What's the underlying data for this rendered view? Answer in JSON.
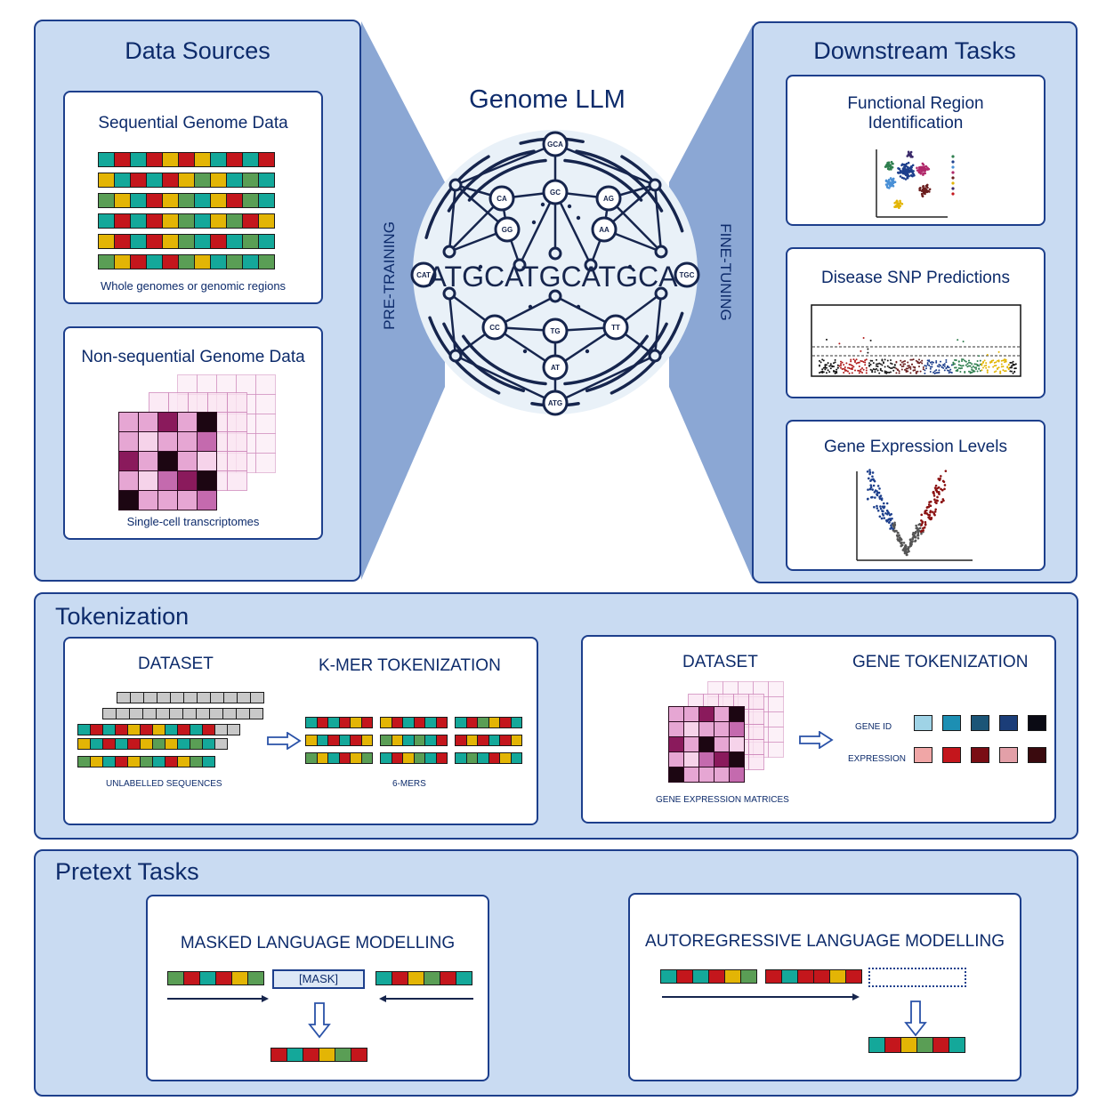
{
  "palette": {
    "teal": "#14a89a",
    "red": "#c4161c",
    "yellow": "#e3b505",
    "green": "#5a9e55",
    "gray": "#c8c8c8",
    "navy": "#1d3f8c"
  },
  "top": {
    "data_sources": {
      "title": "Data Sources",
      "sequential": {
        "title": "Sequential Genome Data",
        "caption": "Whole genomes or genomic regions"
      },
      "nonsequential": {
        "title": "Non-sequential Genome Data",
        "caption": "Single-cell transcriptomes"
      }
    },
    "center": {
      "title": "Genome LLM",
      "sequence": "ATGCATGCATGCA",
      "pretraining": "PRE-TRAINING",
      "finetuning": "FINE-TUNING",
      "nodes": [
        "GCA",
        "CA",
        "GC",
        "AG",
        "GG",
        "AA",
        "CAT",
        "TGC",
        "CC",
        "TG",
        "TT",
        "AT",
        "ATG"
      ]
    },
    "downstream": {
      "title": "Downstream Tasks",
      "functional": {
        "title_line1": "Functional Region",
        "title_line2": "Identification"
      },
      "snp": {
        "title": "Disease SNP Predictions"
      },
      "expression": {
        "title": "Gene Expression Levels"
      }
    }
  },
  "tokenization": {
    "title": "Tokenization",
    "left": {
      "dataset": "DATASET",
      "method": "K-MER TOKENIZATION",
      "caption_left": "UNLABELLED SEQUENCES",
      "caption_right": "6-MERS"
    },
    "right": {
      "dataset": "DATASET",
      "method": "GENE TOKENIZATION",
      "caption": "GENE EXPRESSION MATRICES",
      "row1_label": "GENE ID",
      "row2_label": "EXPRESSION"
    }
  },
  "pretext": {
    "title": "Pretext Tasks",
    "mlm": {
      "title": "MASKED LANGUAGE MODELLING",
      "mask_label": "[MASK]"
    },
    "alm": {
      "title": "AUTOREGRESSIVE LANGUAGE MODELLING"
    }
  }
}
